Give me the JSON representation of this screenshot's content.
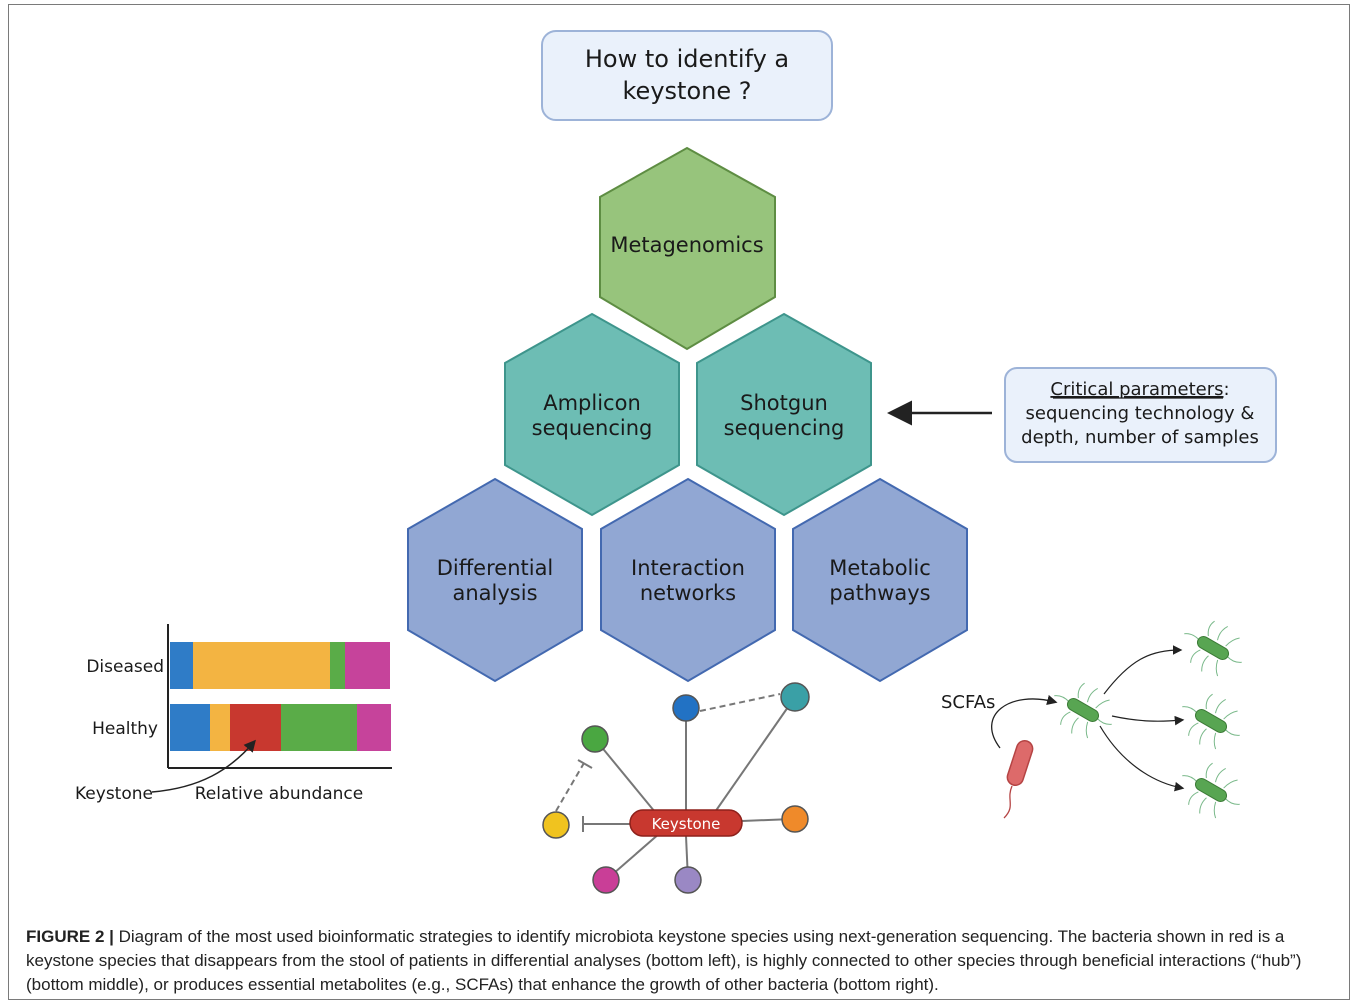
{
  "title": {
    "line1": "How to identify a",
    "line2": "keystone ?"
  },
  "hexagons": {
    "metagenomics": "Metagenomics",
    "amplicon": [
      "Amplicon",
      "sequencing"
    ],
    "shotgun": [
      "Shotgun",
      "sequencing"
    ],
    "differential": [
      "Differential",
      "analysis"
    ],
    "interaction": [
      "Interaction",
      "networks"
    ],
    "metabolic": [
      "Metabolic",
      "pathways"
    ]
  },
  "critical_box": {
    "heading": "Critical parameters",
    "colon": ":",
    "line2": "sequencing technology &",
    "line3": "depth, number of samples"
  },
  "abundance_chart": {
    "row_labels": [
      "Diseased",
      "Healthy"
    ],
    "xlabel": "Relative abundance",
    "keystone_label": "Keystone"
  },
  "network": {
    "center_label": "Keystone"
  },
  "metabolites": {
    "label": "SCFAs"
  },
  "colors": {
    "green_hex": "#97c47c",
    "teal_hex": "#6dbdb4",
    "blue_hex": "#91a7d3",
    "keystone_red": "#c8382f"
  },
  "caption": {
    "label": "FIGURE 2 |",
    "text": "Diagram of the most used bioinformatic strategies to identify microbiota keystone species using next-generation sequencing. The bacteria shown in red is a keystone species that disappears from the stool of patients in differential analyses (bottom left), is highly connected to other species through beneficial interactions (“hub”) (bottom middle), or produces essential metabolites (e.g., SCFAs) that enhance the growth of other bacteria (bottom right)."
  }
}
